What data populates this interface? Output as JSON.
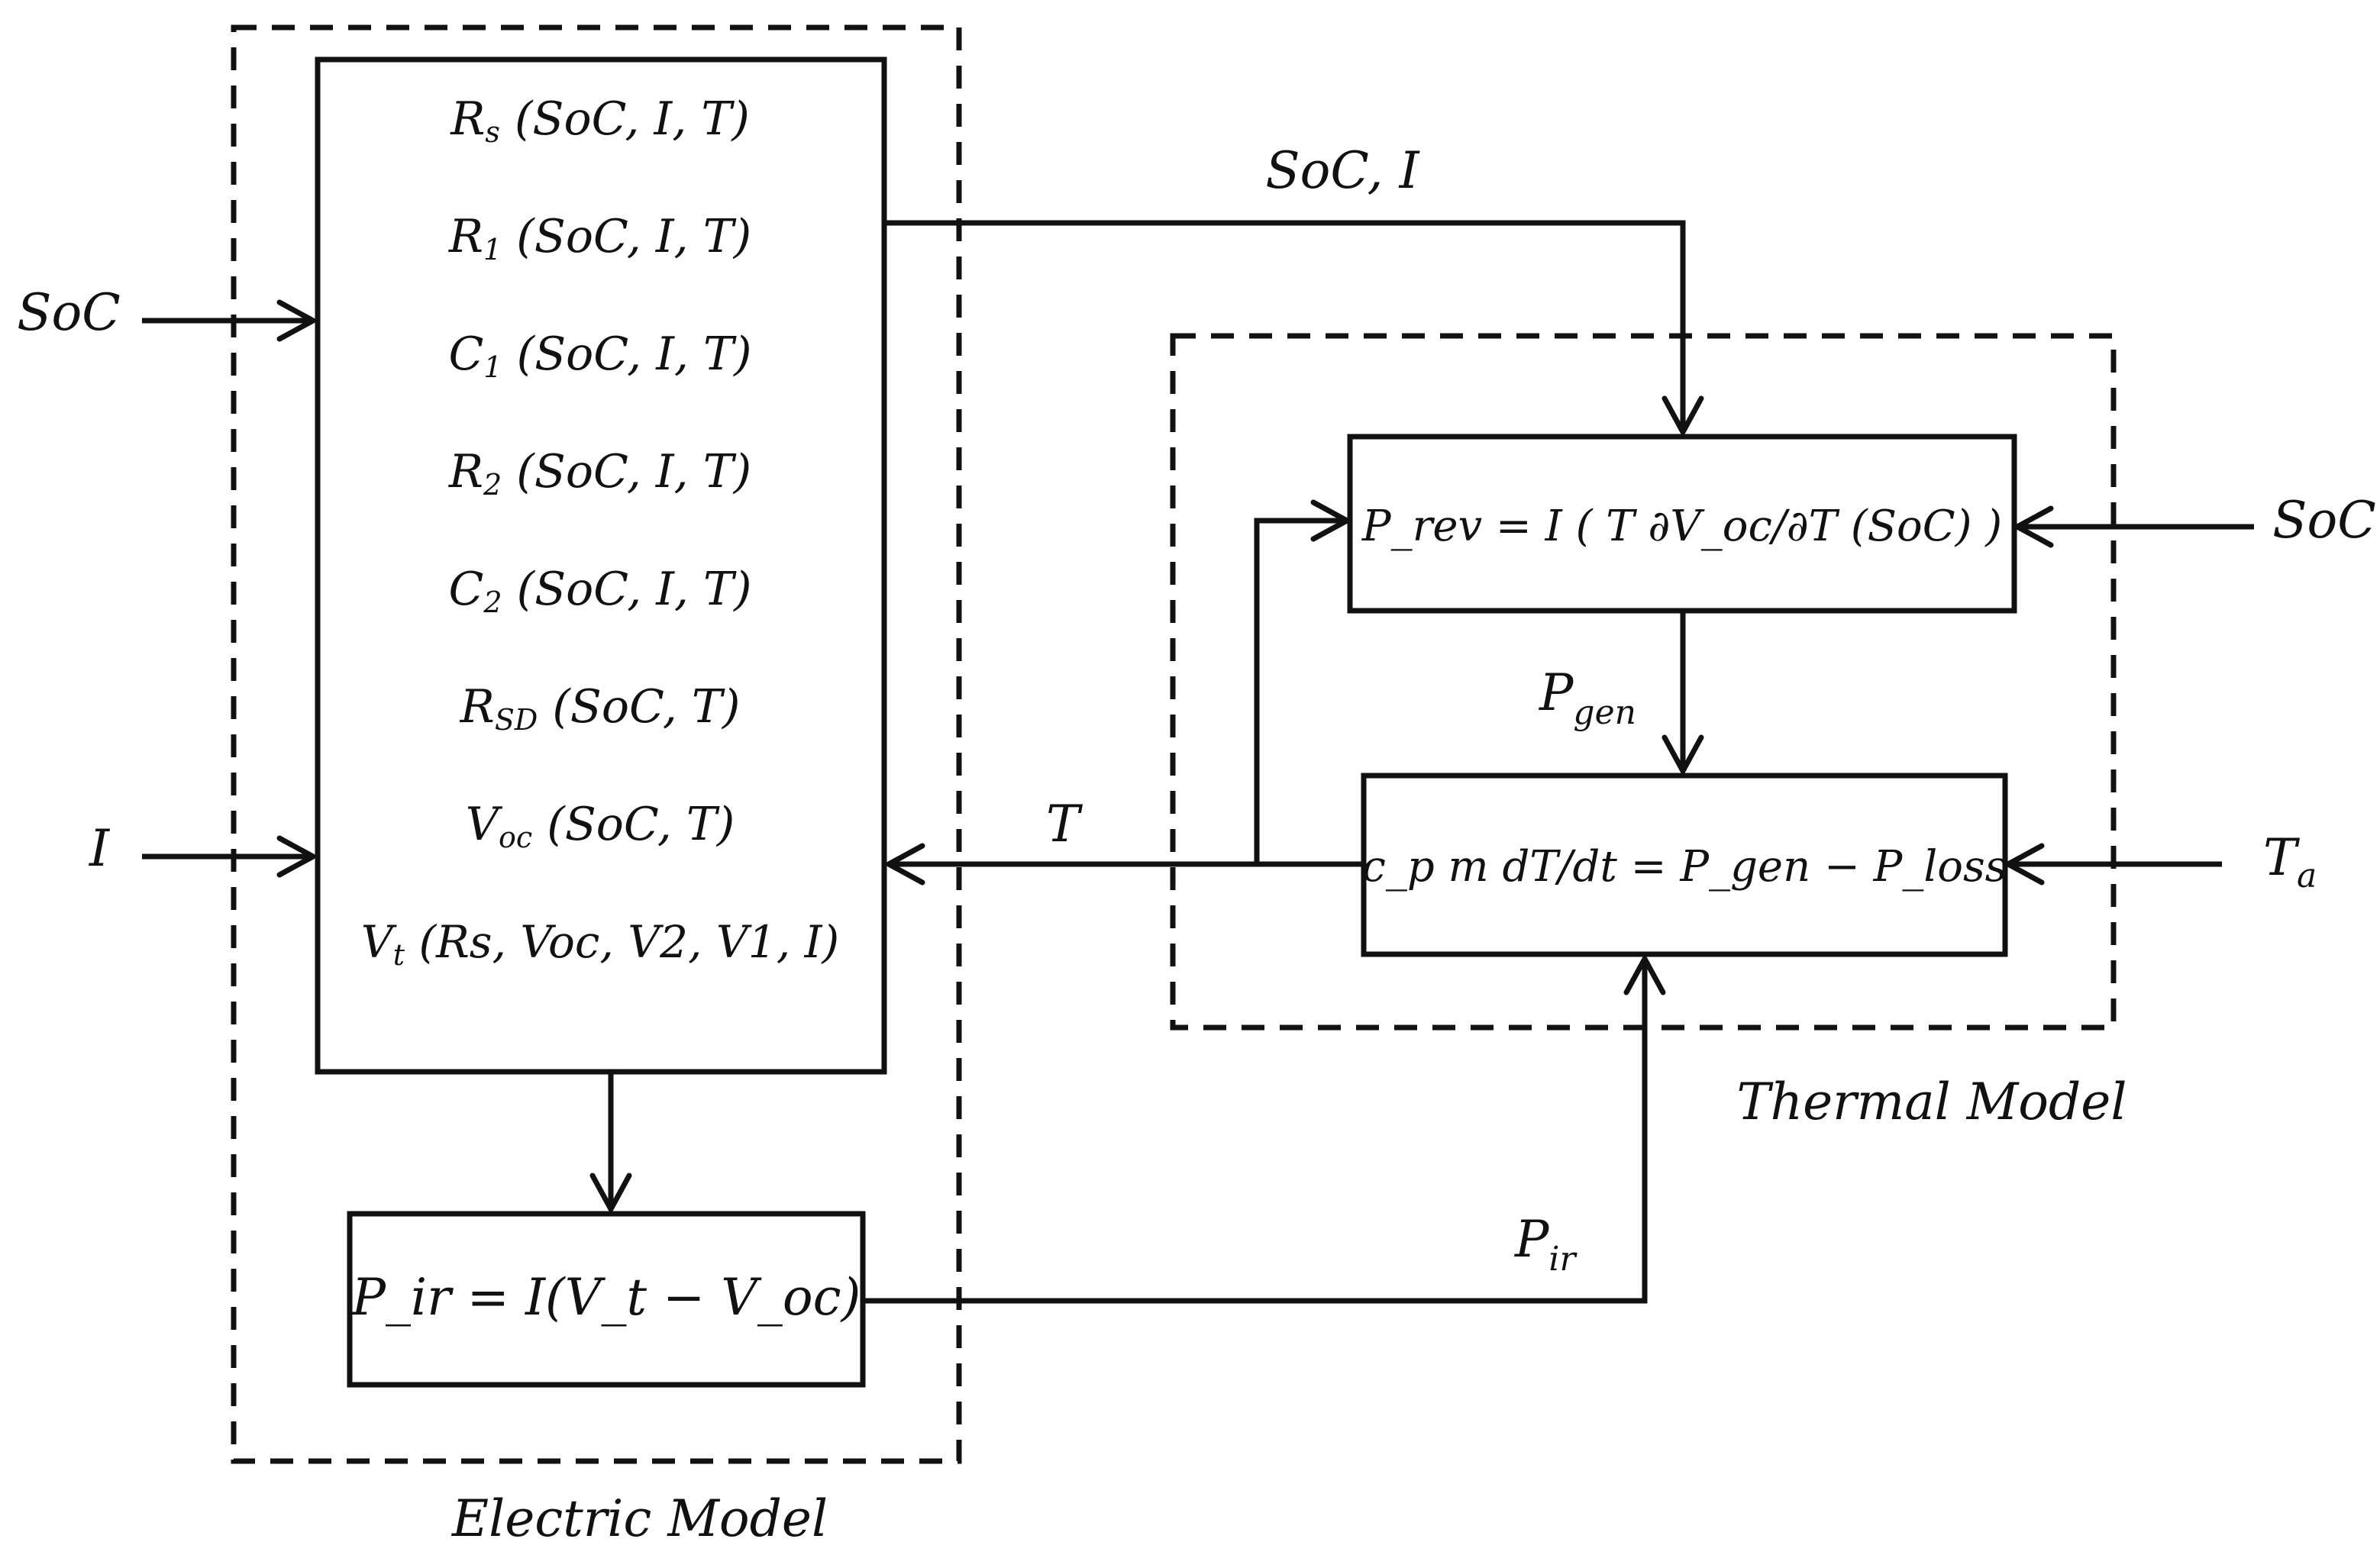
{
  "electric": {
    "caption": "Electric Model",
    "params": [
      {
        "sym": "R",
        "sub": "s",
        "args": " (SoC, I, T)"
      },
      {
        "sym": "R",
        "sub": "1",
        "args": " (SoC, I, T)"
      },
      {
        "sym": "C",
        "sub": "1",
        "args": " (SoC, I, T)"
      },
      {
        "sym": "R",
        "sub": "2",
        "args": " (SoC, I, T)"
      },
      {
        "sym": "C",
        "sub": "2",
        "args": " (SoC, I, T)"
      },
      {
        "sym": "R",
        "sub": "SD",
        "args": " (SoC, T)"
      },
      {
        "sym": "V",
        "sub": "oc",
        "args": " (SoC, T)"
      },
      {
        "sym": "V",
        "sub": "t",
        "args": " (Rs, Voc, V2, V1, I)"
      }
    ],
    "pir_equation": "P_ir = I(V_t − V_oc)"
  },
  "thermal": {
    "caption": "Thermal Model",
    "prev_equation": "P_rev = I ( T ∂V_oc/∂T (SoC) )",
    "heat_equation": "c_p m dT/dt = P_gen − P_loss"
  },
  "signals": {
    "soc_left": "SoC",
    "i_left": "I",
    "soc_i_top": "SoC, I",
    "soc_right": "SoC",
    "t_feedback": "T",
    "ta_right": "T",
    "ta_sub": "a",
    "pgen": "P",
    "pgen_sub": "gen",
    "pir": "P",
    "pir_sub": "ir"
  }
}
